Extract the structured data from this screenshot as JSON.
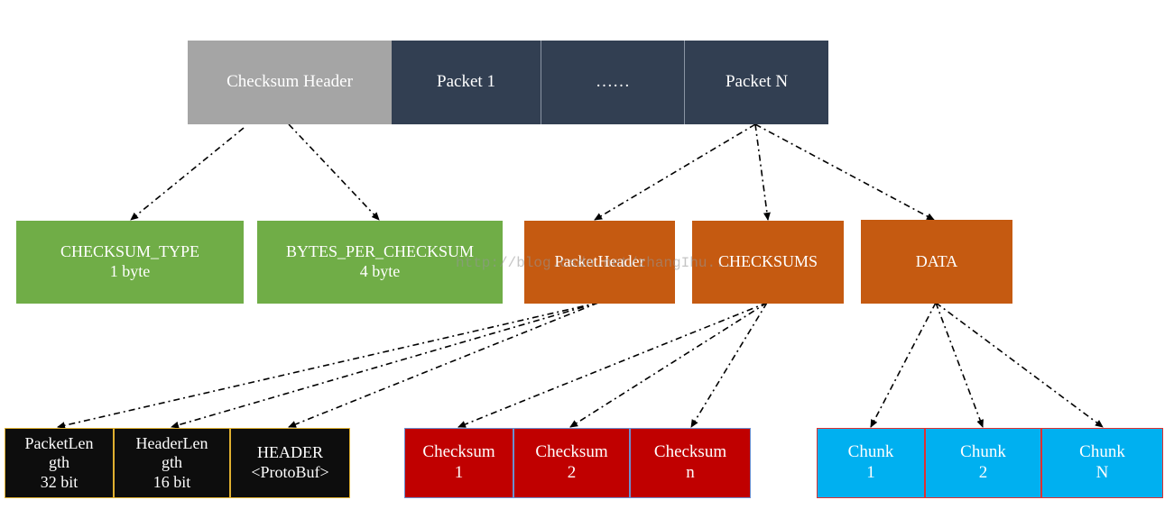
{
  "top_row": {
    "checksum_header": "Checksum Header",
    "packet_1": "Packet 1",
    "ellipsis": "……",
    "packet_n": "Packet N"
  },
  "checksum_header_fields": {
    "type": {
      "line1": "CHECKSUM_TYPE",
      "line2": "1 byte"
    },
    "bytes_per": {
      "line1": "BYTES_PER_CHECKSUM",
      "line2": "4 byte"
    }
  },
  "packet_parts": {
    "header": "PacketHeader",
    "checksums": "CHECKSUMS",
    "data": "DATA"
  },
  "packet_header_fields": [
    {
      "line1": "PacketLen",
      "line2": "gth",
      "line3": "32 bit"
    },
    {
      "line1": "HeaderLen",
      "line2": "gth",
      "line3": "16 bit"
    },
    {
      "line1": "HEADER",
      "line2": "<ProtoBuf>"
    }
  ],
  "checksum_items": [
    {
      "line1": "Checksum",
      "line2": "1"
    },
    {
      "line1": "Checksum",
      "line2": "2"
    },
    {
      "line1": "Checksum",
      "line2": "n"
    }
  ],
  "chunk_items": [
    {
      "line1": "Chunk",
      "line2": "1"
    },
    {
      "line1": "Chunk",
      "line2": "2"
    },
    {
      "line1": "Chunk",
      "line2": "N"
    }
  ],
  "watermark": "http://blog.csdn.net/zhangIhu...",
  "colors": {
    "gray": "#a5a5a5",
    "navy": "#323f52",
    "green": "#70ad47",
    "orange": "#c55a11",
    "black": "#0d0d0d",
    "red": "#c00000",
    "cyan": "#00b0f0"
  }
}
